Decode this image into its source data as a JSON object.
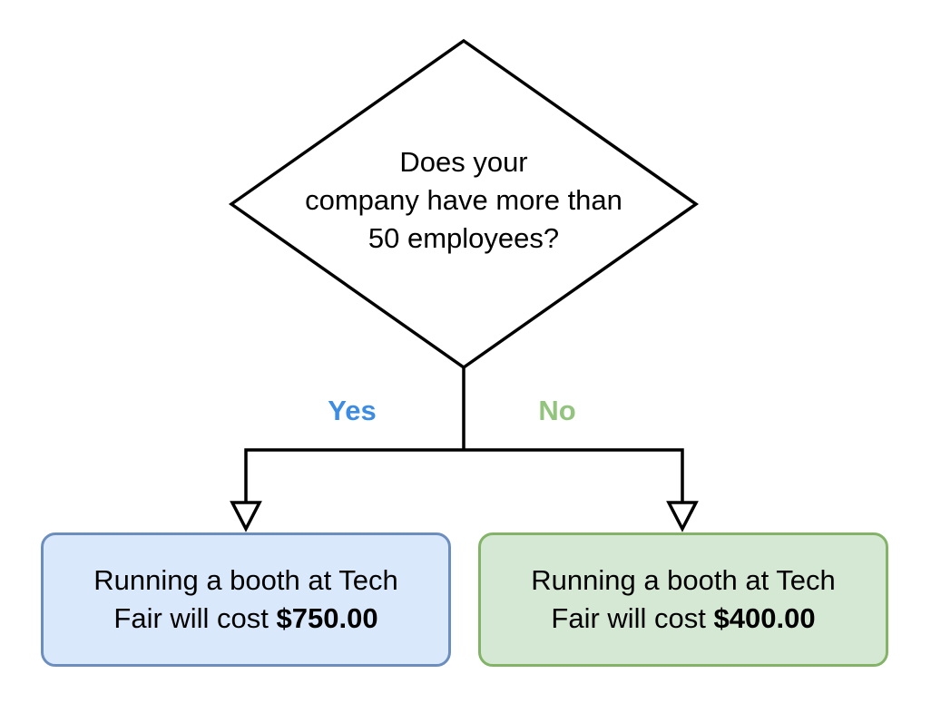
{
  "decision": {
    "question_lines": [
      "Does your",
      "company have more than",
      "50 employees?"
    ],
    "question": "Does your company have more than 50 employees?"
  },
  "branches": {
    "yes": {
      "label": "Yes",
      "color": "#3d8ce4"
    },
    "no": {
      "label": "No",
      "color": "#93c47d"
    }
  },
  "outcomes": {
    "yes": {
      "line1": "Running a booth at Tech",
      "line2_prefix": "Fair will cost ",
      "amount": "$750.00",
      "fill": "#dae8fc",
      "border": "#6c8ebf"
    },
    "no": {
      "line1": "Running a booth at Tech",
      "line2_prefix": "Fair will cost ",
      "amount": "$400.00",
      "fill": "#d5e8d4",
      "border": "#82b366"
    }
  },
  "shape_colors": {
    "line": "#000000",
    "diamond_fill": "#ffffff"
  }
}
